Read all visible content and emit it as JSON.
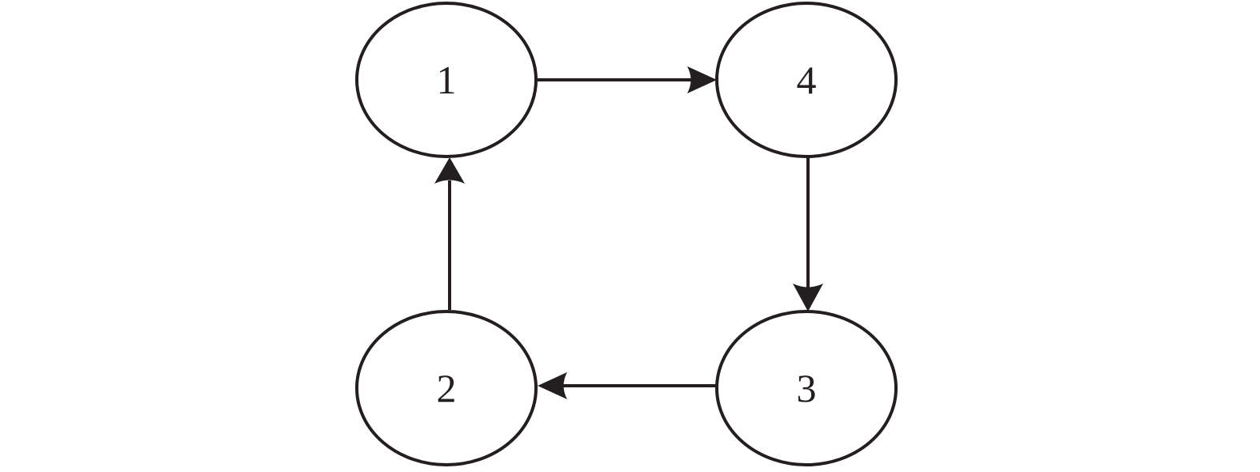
{
  "diagram": {
    "type": "directed-graph",
    "stroke_color": "#231f20",
    "background": "#ffffff",
    "nodes": [
      {
        "id": "1",
        "label": "1"
      },
      {
        "id": "4",
        "label": "4"
      },
      {
        "id": "3",
        "label": "3"
      },
      {
        "id": "2",
        "label": "2"
      }
    ],
    "edges": [
      {
        "from": "1",
        "to": "4"
      },
      {
        "from": "4",
        "to": "3"
      },
      {
        "from": "3",
        "to": "2"
      },
      {
        "from": "2",
        "to": "1"
      }
    ]
  }
}
